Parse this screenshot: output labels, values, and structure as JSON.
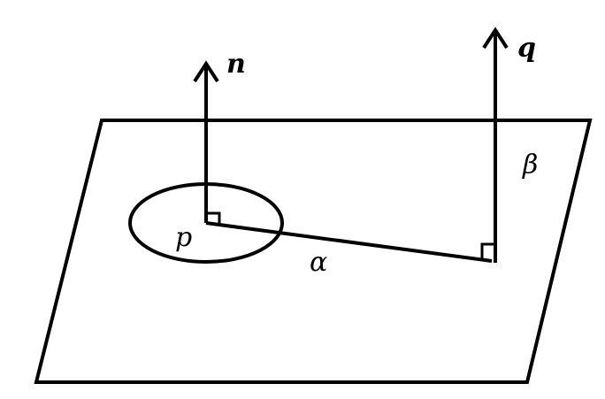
{
  "labels": {
    "normal_vector": "n",
    "other_vector": "q",
    "point": "p",
    "angle_alpha": "α",
    "angle_beta": "β"
  }
}
